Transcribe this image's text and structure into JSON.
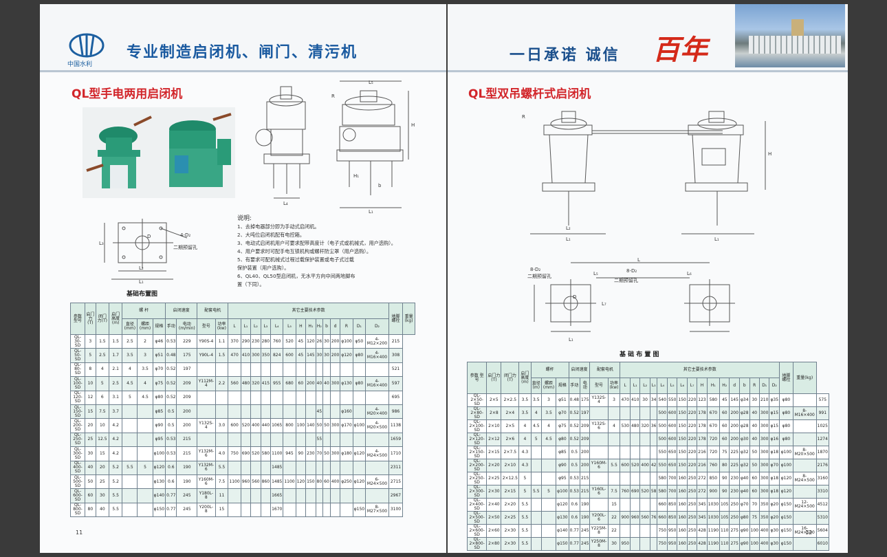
{
  "left_page": {
    "logo_text": "中国水利",
    "slogan": "专业制造启闭机、闸门、清污机",
    "section_title": "QL型手电两用启闭机",
    "foundation_caption": "基础布置图",
    "notes_title": "说明:",
    "notes": [
      "1、去掉电器部分即为手动式启闭机。",
      "2、大吨位启闭机配有电控箱。",
      "3、电动式启闭机用户可要求配带高度计（电子式或机械式，用户选购）。",
      "4、用户要求时可配手电互锁机构或螺杆防尘罩（用户选购）。",
      "5、有要求可配机械式过程过载保护装置或电子式过载",
      "保护装置（用户选购）。",
      "6、QL40、QL50型启闭机，无水平方向中间两地脚布",
      "置（下同）。"
    ],
    "drawing_labels": {
      "four_d2": "4-D₂",
      "second_stage_hole": "二期预留孔",
      "L": "L",
      "L1": "L₁",
      "L2": "L₂",
      "L3": "L₃",
      "L4": "L₄",
      "L5": "L₅",
      "R": "R",
      "H": "H",
      "H1": "H₁",
      "h": "h",
      "b": "b",
      "D": "D"
    },
    "page_number": "11",
    "table": {
      "header_row1": [
        "参数",
        "启门力(T)",
        "闭门力(T)",
        "启门高度(m)",
        "螺  杆",
        "启闭速度",
        "配套电机",
        "其它主要技术参数",
        "地脚螺栓",
        "重量(kg)"
      ],
      "model_label": "型号",
      "screw_sub": [
        "直径(mm)",
        "螺距(mm)",
        "规格"
      ],
      "speed_sub": [
        "手动",
        "电动(m/min)"
      ],
      "motor_sub": [
        "型号",
        "功率(kw)"
      ],
      "tech_sub": [
        "L",
        "L₁",
        "L₂",
        "L₃",
        "L₄",
        "L₅",
        "H",
        "H₁",
        "H₂",
        "b",
        "d",
        "R",
        "D₁",
        "D₂"
      ],
      "rows": [
        [
          "QL-30-SD",
          "3",
          "1.5",
          "1.5",
          "2.5",
          "2",
          "φ46",
          "0.53",
          "229",
          "Y90S-4",
          "1.1",
          "370",
          "290",
          "230",
          "280",
          "760",
          "520",
          "45",
          "120",
          "26",
          "30",
          "200",
          "φ100",
          "φ50",
          "4-M12×200",
          "215"
        ],
        [
          "QL-50-SD",
          "5",
          "2.5",
          "1.7",
          "3.5",
          "3",
          "φ51",
          "0.48",
          "175",
          "Y90L-4",
          "1.5",
          "470",
          "410",
          "300",
          "350",
          "824",
          "600",
          "45",
          "145",
          "30",
          "30",
          "200",
          "φ120",
          "φ80",
          "4-M16×400",
          "308"
        ],
        [
          "QL-80-SD",
          "8",
          "4",
          "2.1",
          "4",
          "3.5",
          "φ70",
          "0.52",
          "197",
          "",
          "",
          "",
          "",
          "",
          "",
          "",
          "",
          "",
          "",
          "",
          "",
          "",
          "",
          "",
          "",
          "521"
        ],
        [
          "QL-100-SD",
          "10",
          "5",
          "2.5",
          "4.5",
          "4",
          "φ75",
          "0.52",
          "209",
          "Y112M-4",
          "2.2",
          "560",
          "480",
          "320",
          "415",
          "955",
          "680",
          "60",
          "200",
          "40",
          "40",
          "300",
          "φ130",
          "φ80",
          "4-M16×400",
          "597"
        ],
        [
          "QL-120-SD",
          "12",
          "6",
          "3.1",
          "5",
          "4.5",
          "φ80",
          "0.52",
          "209",
          "",
          "",
          "",
          "",
          "",
          "",
          "",
          "",
          "",
          "",
          "",
          "",
          "",
          "",
          "",
          "",
          "695"
        ],
        [
          "QL-150-SD",
          "15",
          "7.5",
          "3.7",
          "",
          "",
          "φ85",
          "0.5",
          "200",
          "",
          "",
          "",
          "",
          "",
          "",
          "",
          "",
          "",
          "",
          "45",
          "",
          "",
          "φ160",
          "",
          "4-M20×400",
          "986"
        ],
        [
          "QL-200-SD",
          "20",
          "10",
          "4.2",
          "",
          "",
          "φ90",
          "0.5",
          "200",
          "Y132S-4",
          "3.0",
          "600",
          "520",
          "400",
          "440",
          "1065",
          "800",
          "100",
          "140",
          "50",
          "50",
          "300",
          "φ170",
          "φ100",
          "4-M20×500",
          "1138"
        ],
        [
          "QL-250-SD",
          "25",
          "12.5",
          "4.2",
          "",
          "",
          "φ95",
          "0.53",
          "215",
          "",
          "",
          "",
          "",
          "",
          "",
          "",
          "",
          "",
          "",
          "55",
          "",
          "",
          "",
          "",
          "",
          "1659"
        ],
        [
          "QL-300-SD",
          "30",
          "15",
          "4.2",
          "",
          "",
          "φ100",
          "0.53",
          "215",
          "Y132M-6",
          "4.0",
          "750",
          "690",
          "520",
          "580",
          "1100",
          "945",
          "90",
          "230",
          "70",
          "50",
          "300",
          "φ180",
          "φ120",
          "4-M24×500",
          "1710"
        ],
        [
          "QL-400-SD",
          "40",
          "20",
          "5.2",
          "5.5",
          "5",
          "φ120",
          "0.6",
          "190",
          "Y132M-6",
          "5.5",
          "",
          "",
          "",
          "",
          "1485",
          "",
          "",
          "",
          "",
          "",
          "",
          "",
          "",
          "",
          "2311"
        ],
        [
          "QL-500-SD",
          "50",
          "25",
          "5.2",
          "",
          "",
          "φ130",
          "0.6",
          "190",
          "Y160M-6",
          "7.5",
          "1100",
          "960",
          "560",
          "860",
          "1485",
          "1100",
          "120",
          "150",
          "80",
          "60",
          "400",
          "φ250",
          "φ120",
          "6-M24×500",
          "2715"
        ],
        [
          "QL-600-SD",
          "60",
          "30",
          "5.5",
          "",
          "",
          "φ140",
          "0.77",
          "245",
          "Y180L-8",
          "11",
          "",
          "",
          "",
          "",
          "1665",
          "",
          "",
          "",
          "",
          "",
          "",
          "",
          "",
          "",
          "2967"
        ],
        [
          "QL-800-SD",
          "80",
          "40",
          "5.5",
          "",
          "",
          "φ150",
          "0.77",
          "245",
          "Y200L-8",
          "15",
          "",
          "",
          "",
          "",
          "1670",
          "",
          "",
          "",
          "",
          "",
          "",
          "",
          "φ150",
          "8-M27×500",
          "3100"
        ]
      ]
    }
  },
  "right_page": {
    "slogan": "一日承诺  诚信",
    "brand": "百年",
    "section_title": "QL型双吊螺杆式启闭机",
    "foundation_caption": "基 础 布 置 图",
    "drawing_labels": {
      "eight_d2_a": "8-D₂",
      "second_stage_hole_a": "二期预留孔",
      "eight_d2_b": "8-D₂",
      "second_stage_hole_b": "二期预留孔",
      "L": "L",
      "L1": "L₁",
      "L2": "L₂",
      "L5": "L₅",
      "L6": "L₆",
      "L7": "L₇",
      "R": "R",
      "H": "H",
      "D": "D"
    },
    "page_number": "12",
    "table": {
      "header_row1": [
        "参数",
        "启门力(T)",
        "闭门力(T)",
        "启门高度(m)",
        "螺杆",
        "启闭速度",
        "配套电机",
        "其它主要技术参数",
        "地脚螺栓",
        "重量(kg)"
      ],
      "model_label": "型号",
      "screw_sub": [
        "直径(m)",
        "螺距(mm)",
        "规格"
      ],
      "speed_sub": [
        "手动",
        "电动"
      ],
      "motor_sub": [
        "型号",
        "功率(kw)"
      ],
      "tech_sub": [
        "L",
        "L₁",
        "L₂",
        "L₃",
        "L₄",
        "L₅",
        "L₆",
        "L₇",
        "H",
        "H₁",
        "H₂",
        "d",
        "b",
        "R",
        "D₁",
        "D₂"
      ],
      "rows": [
        [
          "QL-2×50-SD",
          "2×5",
          "2×2.5",
          "3.5",
          "3.5",
          "3",
          "φ51",
          "0.48",
          "175",
          "Y132S-4",
          "3",
          "470",
          "410",
          "30",
          "34",
          "540",
          "550",
          "150",
          "220",
          "123",
          "580",
          "45",
          "145",
          "φ34",
          "30",
          "210",
          "φ35",
          "φ80",
          "",
          "575"
        ],
        [
          "QL-2×80-SD",
          "2×8",
          "2×4",
          "3.5",
          "4",
          "3.5",
          "φ70",
          "0.52",
          "197",
          "",
          "",
          "",
          "",
          "",
          "",
          "500",
          "600",
          "150",
          "220",
          "178",
          "670",
          "60",
          "200",
          "φ28",
          "40",
          "300",
          "φ15",
          "φ80",
          "8-M16×400",
          "991"
        ],
        [
          "QL-2×100-SD",
          "2×10",
          "2×5",
          "4",
          "4.5",
          "4",
          "φ75",
          "0.52",
          "209",
          "Y132S-6",
          "4",
          "530",
          "480",
          "320",
          "36",
          "500",
          "600",
          "150",
          "220",
          "178",
          "670",
          "60",
          "200",
          "φ28",
          "40",
          "300",
          "φ15",
          "φ80",
          "",
          "1025"
        ],
        [
          "QL-2×120-SD",
          "2×12",
          "2×6",
          "4",
          "5",
          "4.5",
          "φ80",
          "0.52",
          "209",
          "",
          "",
          "",
          "",
          "",
          "",
          "500",
          "600",
          "150",
          "220",
          "178",
          "720",
          "60",
          "200",
          "φ30",
          "40",
          "300",
          "φ16",
          "φ80",
          "",
          "1274"
        ],
        [
          "QL-2×150-SD",
          "2×15",
          "2×7.5",
          "4.3",
          "",
          "",
          "φ85",
          "0.5",
          "200",
          "",
          "",
          "",
          "",
          "",
          "",
          "550",
          "650",
          "150",
          "220",
          "216",
          "720",
          "75",
          "225",
          "φ32",
          "50",
          "300",
          "φ18",
          "φ100",
          "8-M20×500",
          "1870"
        ],
        [
          "QL-2×200-SD",
          "2×20",
          "2×10",
          "4.3",
          "",
          "",
          "φ90",
          "0.5",
          "200",
          "Y160M-6",
          "5.5",
          "600",
          "520",
          "400",
          "42",
          "550",
          "650",
          "150",
          "220",
          "216",
          "760",
          "80",
          "225",
          "φ32",
          "50",
          "300",
          "φ70",
          "φ100",
          "",
          "2176"
        ],
        [
          "QL-2×250-SD",
          "2×25",
          "2×12.5",
          "5",
          "",
          "",
          "φ95",
          "0.53",
          "215",
          "",
          "",
          "",
          "",
          "",
          "",
          "580",
          "700",
          "160",
          "250",
          "272",
          "850",
          "90",
          "230",
          "φ40",
          "60",
          "300",
          "φ18",
          "φ120",
          "8-M24×500",
          "3160"
        ],
        [
          "QL-2×300-SD",
          "2×30",
          "2×15",
          "5",
          "5.5",
          "5",
          "φ100",
          "0.53",
          "215",
          "Y160L-6",
          "7.5",
          "760",
          "690",
          "520",
          "58",
          "580",
          "700",
          "160",
          "250",
          "272",
          "900",
          "90",
          "230",
          "φ40",
          "60",
          "300",
          "φ18",
          "φ120",
          "",
          "3310"
        ],
        [
          "QL-2×400-SD",
          "2×40",
          "2×20",
          "5.5",
          "",
          "",
          "φ120",
          "0.6",
          "190",
          "",
          "15",
          "",
          "",
          "",
          "",
          "660",
          "850",
          "160",
          "250",
          "345",
          "1030",
          "105",
          "250",
          "φ70",
          "70",
          "350",
          "φ20",
          "φ150",
          "12-M24×500",
          "4512"
        ],
        [
          "QL-2×500-SD",
          "2×50",
          "2×25",
          "5.5",
          "",
          "",
          "φ130",
          "0.6",
          "190",
          "Y200L-6",
          "22",
          "900",
          "960",
          "560",
          "76",
          "660",
          "850",
          "160",
          "250",
          "345",
          "1030",
          "105",
          "250",
          "φ80",
          "75",
          "350",
          "φ20",
          "φ150",
          "",
          "5310"
        ],
        [
          "QL-2×600-SD",
          "2×60",
          "2×30",
          "5.5",
          "",
          "",
          "φ140",
          "0.77",
          "245",
          "Y225M-8",
          "22",
          "",
          "",
          "",
          "",
          "750",
          "950",
          "160",
          "250",
          "428",
          "1190",
          "110",
          "275",
          "φ90",
          "100",
          "400",
          "φ30",
          "φ150",
          "16-M24×500",
          "5604"
        ],
        [
          "QL-2×800-SD",
          "2×80",
          "2×30",
          "5.5",
          "",
          "",
          "φ150",
          "0.77",
          "245",
          "Y250M-8",
          "30",
          "950",
          "",
          "",
          "",
          "750",
          "950",
          "160",
          "250",
          "428",
          "1190",
          "110",
          "275",
          "φ90",
          "100",
          "400",
          "φ30",
          "φ150",
          "",
          "6010"
        ]
      ]
    }
  }
}
